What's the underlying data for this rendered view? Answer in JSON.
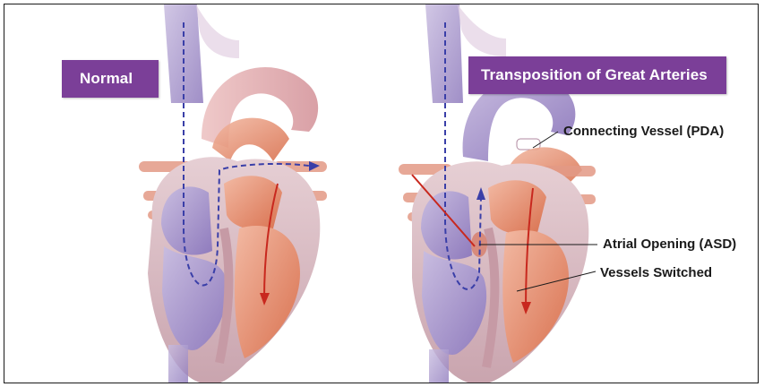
{
  "panels": {
    "left": {
      "title": "Normal"
    },
    "right": {
      "title": "Transposition of Great Arteries"
    }
  },
  "callouts": {
    "pda": "Connecting Vessel (PDA)",
    "asd": "Atrial Opening (ASD)",
    "switched": "Vessels Switched"
  },
  "colors": {
    "badge": "#7b3f98",
    "deoxygenated": "#a796c8",
    "oxygenated": "#e28a6c",
    "flow_blue": "#3a3fa8",
    "flow_red": "#c8281e"
  }
}
